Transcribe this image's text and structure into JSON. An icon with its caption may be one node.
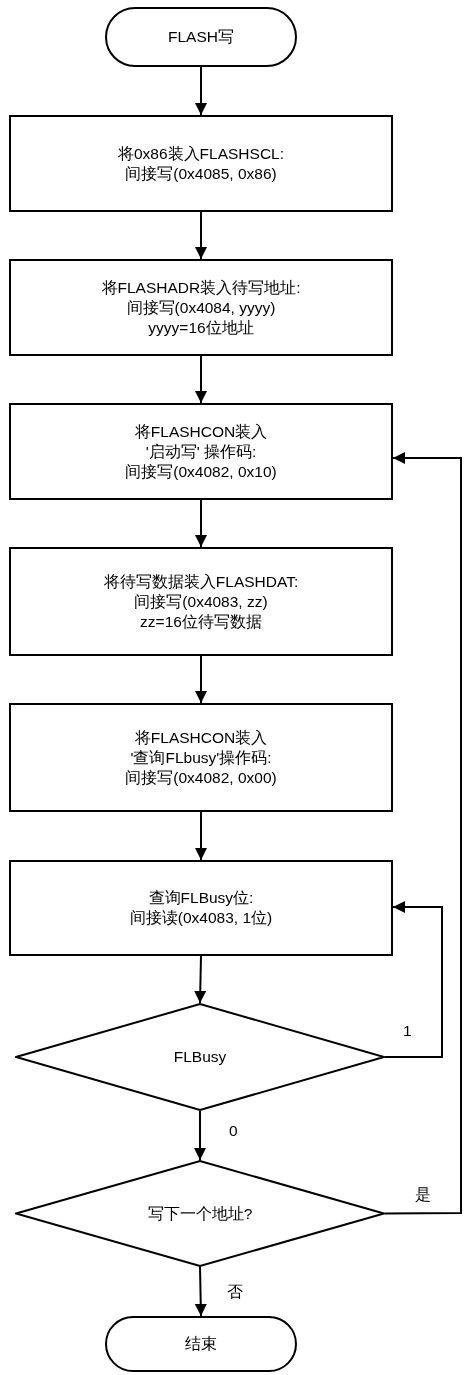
{
  "diagram": {
    "nodes": [
      {
        "text": [
          "FLASH写"
        ]
      },
      {
        "text": [
          "将0x86装入FLASHSCL:",
          "间接写(0x4085, 0x86)"
        ]
      },
      {
        "text": [
          "将FLASHADR装入待写地址:",
          "间接写(0x4084, yyyy)",
          "yyyy=16位地址"
        ]
      },
      {
        "text": [
          "将FLASHCON装入",
          "'启动写' 操作码:",
          "间接写(0x4082, 0x10)"
        ]
      },
      {
        "text": [
          "将待写数据装入FLASHDAT:",
          "间接写(0x4083, zz)",
          "zz=16位待写数据"
        ]
      },
      {
        "text": [
          "将FLASHCON装入",
          "'查询FLbusy'操作码:",
          "间接写(0x4082, 0x00)"
        ]
      },
      {
        "text": [
          "查询FLBusy位:",
          "间接读(0x4083, 1位)"
        ]
      },
      {
        "text": [
          "FLBusy"
        ]
      },
      {
        "text": [
          "写下一个地址?"
        ]
      },
      {
        "text": [
          "结束"
        ]
      }
    ],
    "edges": [
      {
        "from": 0,
        "to": 1,
        "arrow": "to"
      },
      {
        "from": 1,
        "to": 2,
        "arrow": "to"
      },
      {
        "from": 2,
        "to": 3,
        "arrow": "to"
      },
      {
        "from": 3,
        "to": 4,
        "arrow": "to"
      },
      {
        "from": 4,
        "to": 5,
        "arrow": "to"
      },
      {
        "from": 5,
        "to": 6,
        "arrow": "to"
      },
      {
        "from": 6,
        "to": 7,
        "arrow": "to"
      },
      {
        "from": 7,
        "to": 6,
        "arrow": "to",
        "label": "1"
      },
      {
        "from": 7,
        "to": 8,
        "arrow": "to",
        "label": "0"
      },
      {
        "from": 8,
        "to": 3,
        "arrow": "to",
        "label": "是"
      },
      {
        "from": 8,
        "to": 9,
        "arrow": "to",
        "label": "否"
      }
    ]
  }
}
